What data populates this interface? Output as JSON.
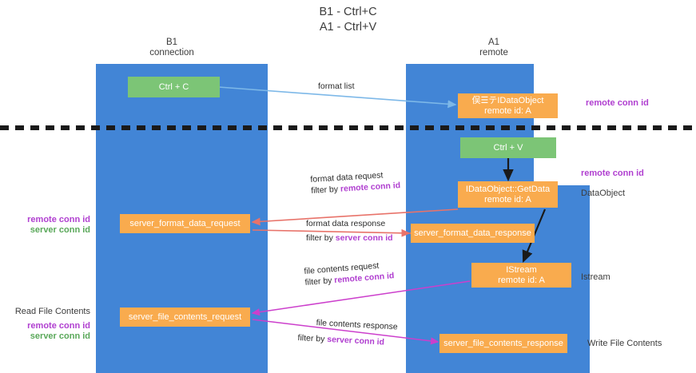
{
  "title": {
    "line1": "B1 - Ctrl+C",
    "line2": "A1 - Ctrl+V"
  },
  "lanes": [
    {
      "id": "b1",
      "name": "B1",
      "sub": "connection"
    },
    {
      "id": "a1",
      "name": "A1",
      "sub": "remote"
    }
  ],
  "nodes": {
    "ctrl_c": {
      "line1": "Ctrl + C",
      "line2": ""
    },
    "idataobject": {
      "line1": "俣☰テIDataObject",
      "line2": "remote id: A"
    },
    "ctrl_v": {
      "line1": "Ctrl + V",
      "line2": ""
    },
    "getdata": {
      "line1": "IDataObject::GetData",
      "line2": "remote id: A"
    },
    "server_format_data_request": {
      "line1": "server_format_data_request",
      "line2": ""
    },
    "server_format_data_response": {
      "line1": "server_format_data_response",
      "line2": ""
    },
    "istream": {
      "line1": "IStream",
      "line2": "remote id: A"
    },
    "server_file_contents_request": {
      "line1": "server_file_contents_request",
      "line2": ""
    },
    "server_file_contents_response": {
      "line1": "server_file_contents_response",
      "line2": ""
    }
  },
  "edge_labels": {
    "format_list": "format list",
    "format_data_request": "format data request",
    "format_data_request_filter_prefix": "filter by ",
    "format_data_request_filter_key": "remote conn id",
    "format_data_response": "format data response",
    "format_data_response_filter_prefix": "filter by ",
    "format_data_response_filter_key": "server conn id",
    "file_contents_request": "file contents request",
    "file_contents_request_filter_prefix": "filter by ",
    "file_contents_request_filter_key": "remote conn id",
    "file_contents_response": "file contents response",
    "file_contents_response_filter_prefix": "filter by ",
    "file_contents_response_filter_key": "server conn id"
  },
  "annotations": {
    "right_remote_conn_id_top": "remote conn id",
    "right_remote_conn_id_mid": "remote conn id",
    "right_dataobject": "DataObject",
    "right_istream": "Istream",
    "right_write_file_contents": "Write File Contents",
    "left_mid_remote": "remote conn id",
    "left_mid_server": "server conn id",
    "left_read_file_contents": "Read File Contents",
    "left_low_remote": "remote conn id",
    "left_low_server": "server conn id"
  },
  "colors": {
    "lane": "#4285d6",
    "node_green": "#7cc576",
    "node_orange": "#f9ab4e",
    "accent_purple": "#b03fd0",
    "accent_green": "#5aa85a",
    "arrow_red": "#e8736a",
    "arrow_blue": "#7db8e8",
    "arrow_magenta": "#cc3fcc",
    "arrow_black": "#1a1a1a",
    "separator": "#1a1a1a"
  }
}
